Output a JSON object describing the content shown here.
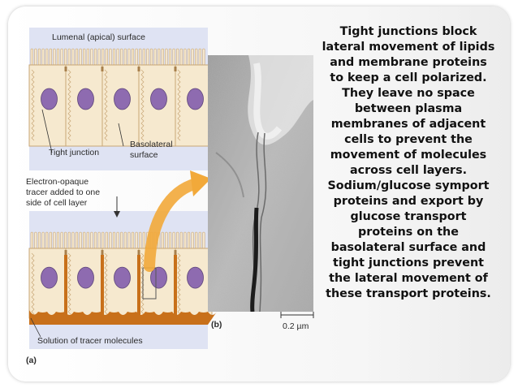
{
  "figure": {
    "panel_a": {
      "top_title": "Lumenal (apical) surface",
      "tight_junction_label": "Tight junction",
      "basolateral_label_line1": "Basolateral",
      "basolateral_label_line2": "surface",
      "tracer_text_line1": "Electron-opaque",
      "tracer_text_line2": "tracer added to one",
      "tracer_text_line3": "side of cell layer",
      "solution_label": "Solution of tracer molecules",
      "panel_letter": "(a)"
    },
    "panel_b": {
      "panel_letter": "(b)",
      "scale_bar_label": "0.2 µm"
    }
  },
  "description": {
    "text": "Tight junctions block lateral movement of lipids and membrane proteins to keep a cell polarized. They leave no space between plasma membranes of adjacent cells to prevent the movement of molecules across cell layers. Sodium/glucose symport proteins and export by glucose transport proteins on the basolateral surface and tight junctions prevent the lateral movement of these transport proteins."
  },
  "colors": {
    "cell_fill": "#f6e9cf",
    "cell_outline": "#c8a676",
    "lumen_fill": "#dfe3f3",
    "nucleus": "#8e6bb0",
    "tracer": "#c8701a",
    "arrow": "#f2a93a"
  }
}
